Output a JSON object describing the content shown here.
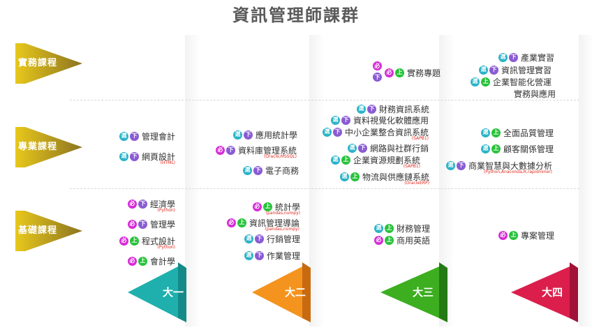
{
  "title": "資訊管理師課群",
  "categories": [
    {
      "label": "實務課程",
      "color_top": "#e6c21a",
      "color_bottom": "#9a7a1a"
    },
    {
      "label": "專業課程",
      "color_top": "#e6c21a",
      "color_bottom": "#9a7a1a"
    },
    {
      "label": "基礎課程",
      "color_top": "#e6c21a",
      "color_bottom": "#9a7a1a"
    }
  ],
  "years": [
    {
      "label": "大一",
      "color": "#1ba9a9"
    },
    {
      "label": "大二",
      "color": "#f08a1c"
    },
    {
      "label": "大三",
      "color": "#3aaa22"
    },
    {
      "label": "大四",
      "color": "#d81b4a"
    }
  ],
  "badge_colors": {
    "required": "#d62bd6",
    "elective": "#2bb3c8",
    "upper": "#27c23a",
    "lower": "#8a5bd4"
  },
  "badge_text": {
    "required": "必",
    "elective": "選",
    "upper": "上",
    "lower": "下"
  },
  "courses": [
    {
      "id": "c01",
      "type": "elective",
      "sem": "lower",
      "name": "產業實習",
      "note": ""
    },
    {
      "id": "c02",
      "type": "elective",
      "sem": "lower",
      "name": "資訊管理實習",
      "note": ""
    },
    {
      "id": "c03",
      "type": "elective",
      "sem": "upper",
      "name": "企業智能化營運",
      "note": ""
    },
    {
      "id": "c03b",
      "type": "",
      "sem": "",
      "name": "實務與應用",
      "note": ""
    },
    {
      "id": "c04",
      "type": "required",
      "sem": "upper",
      "name": "實務專題",
      "note": ""
    },
    {
      "id": "c05",
      "type": "elective",
      "sem": "lower",
      "name": "財務資訊系統",
      "note": ""
    },
    {
      "id": "c06",
      "type": "elective",
      "sem": "lower",
      "name": "資料視覺化軟體應用",
      "note": ""
    },
    {
      "id": "c07",
      "type": "elective",
      "sem": "lower",
      "name": "中小企業整合資訊系統",
      "note": "(SAPB1)"
    },
    {
      "id": "c08",
      "type": "elective",
      "sem": "lower",
      "name": "網路與社群行銷",
      "note": ""
    },
    {
      "id": "c09",
      "type": "elective",
      "sem": "upper",
      "name": "企業資源規劃系統",
      "note": "(SAPB1)"
    },
    {
      "id": "c10",
      "type": "elective",
      "sem": "upper",
      "name": "物流與供應鏈系統",
      "note": "(OracleERP)"
    },
    {
      "id": "c11",
      "type": "elective",
      "sem": "upper",
      "name": "全面品質管理",
      "note": ""
    },
    {
      "id": "c12",
      "type": "elective",
      "sem": "upper",
      "name": "顧客關係管理",
      "note": ""
    },
    {
      "id": "c13",
      "type": "elective",
      "sem": "lower",
      "name": "商業智慧與大數據分析",
      "note": "(Python,Anaconda,R,rapidminer)"
    },
    {
      "id": "c14",
      "type": "elective",
      "sem": "lower",
      "name": "應用統計學",
      "note": ""
    },
    {
      "id": "c15",
      "type": "required",
      "sem": "lower",
      "name": "資料庫管理系統",
      "note": "(Oracle,MSSQL)"
    },
    {
      "id": "c16",
      "type": "elective",
      "sem": "lower",
      "name": "電子商務",
      "note": ""
    },
    {
      "id": "c17",
      "type": "elective",
      "sem": "lower",
      "name": "管理會計",
      "note": ""
    },
    {
      "id": "c18",
      "type": "elective",
      "sem": "lower",
      "name": "網頁設計",
      "note": "(HTML)"
    },
    {
      "id": "c19",
      "type": "required",
      "sem": "lower",
      "name": "經濟學",
      "note": "(Python)"
    },
    {
      "id": "c20",
      "type": "required",
      "sem": "lower",
      "name": "管理學",
      "note": ""
    },
    {
      "id": "c21",
      "type": "required",
      "sem": "upper",
      "name": "程式設計",
      "note": "(Python)"
    },
    {
      "id": "c22",
      "type": "required",
      "sem": "upper",
      "name": "會計學",
      "note": ""
    },
    {
      "id": "c23",
      "type": "required",
      "sem": "upper",
      "name": "統計學",
      "note": "(pandas,numpy)"
    },
    {
      "id": "c24",
      "type": "required",
      "sem": "upper",
      "name": "資訊管理導論",
      "note": "(pandas,numpy)"
    },
    {
      "id": "c25",
      "type": "elective",
      "sem": "lower",
      "name": "行銷管理",
      "note": ""
    },
    {
      "id": "c26",
      "type": "elective",
      "sem": "lower",
      "name": "作業管理",
      "note": ""
    },
    {
      "id": "c27",
      "type": "elective",
      "sem": "upper",
      "name": "財務管理",
      "note": ""
    },
    {
      "id": "c28",
      "type": "required",
      "sem": "upper",
      "name": "商用英語",
      "note": ""
    },
    {
      "id": "c29",
      "type": "required",
      "sem": "upper",
      "name": "專案管理",
      "note": ""
    }
  ]
}
